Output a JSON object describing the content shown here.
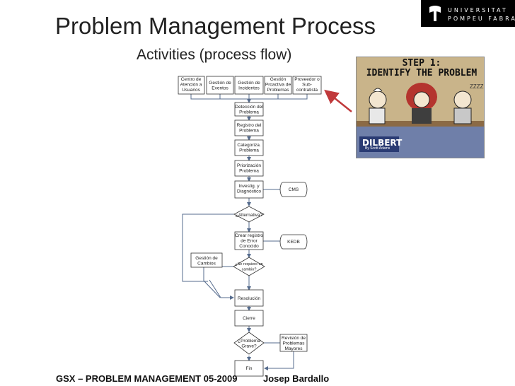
{
  "title": "Problem Management Process",
  "subtitle": "Activities (process flow)",
  "logo": {
    "line1": "UNIVERSITAT",
    "line2": "POMPEU FABRA"
  },
  "lanes": {
    "l1": [
      "Centro de",
      "Atención a",
      "Usuarios"
    ],
    "l2": [
      "Gestión de",
      "Eventos"
    ],
    "l3": [
      "Gestión de",
      "Incidentes"
    ],
    "l4": [
      "Gestión",
      "Proactiva de",
      "Problemas"
    ],
    "l5": [
      "Proveedor o",
      "Sub-",
      "contratista"
    ]
  },
  "steps": {
    "deteccion": [
      "Detección del",
      "Problema"
    ],
    "registro": [
      "Registro del",
      "Problema"
    ],
    "categoriza": [
      "Categoriza.",
      "Problema"
    ],
    "priorizacion": [
      "Priorización",
      "Problema"
    ],
    "investig": [
      "Investig. y",
      "Diagnóstico"
    ],
    "crear": [
      "Crear registro",
      "de Error",
      "Conocido"
    ],
    "gestion_cambios": [
      "Gestión de",
      "Cambios"
    ],
    "resolucion": [
      "Resolución"
    ],
    "cierre": [
      "Cierre"
    ],
    "revision": [
      "Revisión de",
      "Problemas",
      "Mayores"
    ],
    "fin": [
      "Fin"
    ]
  },
  "decisions": {
    "alternativa": [
      "¿Alternativa?"
    ],
    "cambio": [
      "¿Se requiere un",
      "cambio?"
    ],
    "grave": [
      "¿Problema",
      "Grave?"
    ]
  },
  "stores": {
    "cms": "CMS",
    "kedb": "KEDB"
  },
  "comic": {
    "step_line1": "STEP 1:",
    "step_line2": "IDENTIFY THE PROBLEM",
    "brand": "DILBERT",
    "credit": "By Scott Adams"
  },
  "footer": {
    "left": "GSX – PROBLEM MANAGEMENT 05-2009",
    "right": "Josep Bardallo"
  },
  "colors": {
    "flow_line": "#556b8d",
    "arrow": "#c0393b",
    "box_stroke": "#333333"
  }
}
